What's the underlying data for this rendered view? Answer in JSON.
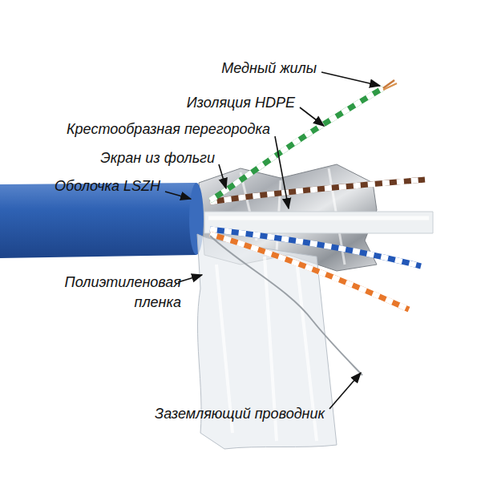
{
  "diagram": {
    "labels": [
      "Медный жилы",
      "Изоляция HDPE",
      "Крестообразная перегородка",
      "Экран из фольги",
      "Оболочка LSZH",
      "Полиэтиленовая пленка",
      "Заземляющий проводник"
    ]
  }
}
